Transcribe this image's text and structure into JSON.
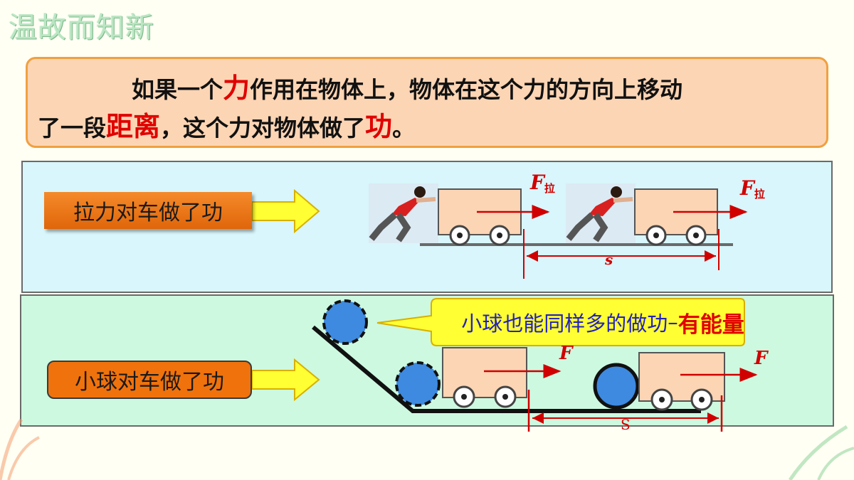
{
  "title": "温故而知新",
  "definition": {
    "line1_a": "如果一个",
    "line1_red": "力",
    "line1_b": "作用在物体上，物体在这个力的方向上移动",
    "line2_a": "了一段",
    "line2_red1": "距离",
    "line2_b": "，这个力对物体做了",
    "line2_red2": "功",
    "line2_c": "。"
  },
  "row1": {
    "label": "拉力对车做了功",
    "force_letter": "F",
    "force_sub": "拉",
    "distance": "s"
  },
  "row2": {
    "label": "小球对车做了功",
    "callout": "小球也能同样多的做功",
    "callout_dash": "–",
    "callout_red": "有能量",
    "force_letter": "F",
    "distance": "S"
  },
  "colors": {
    "accent_red": "#e00000",
    "label_orange": "#f0720c",
    "arrow_yellow": "#ffff33",
    "ball_blue": "#3d8ae0",
    "cart_fill": "#fcd5b4"
  }
}
